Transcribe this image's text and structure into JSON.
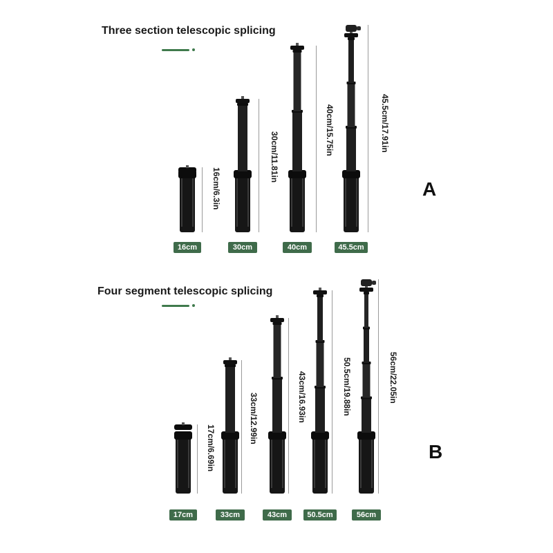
{
  "colors": {
    "accent": "#3f7a4c",
    "badge": "#3f6b4a",
    "stick": "#161616"
  },
  "section_a": {
    "title": "Three section telescopic splicing",
    "letter": "A",
    "items": [
      {
        "badge": "16cm",
        "dimension": "16cm/6.3in"
      },
      {
        "badge": "30cm",
        "dimension": "30cm/11.81in"
      },
      {
        "badge": "40cm",
        "dimension": "40cm/15.75in"
      },
      {
        "badge": "45.5cm",
        "dimension": "45.5cm/17.91in"
      }
    ]
  },
  "section_b": {
    "title": "Four segment telescopic splicing",
    "letter": "B",
    "items": [
      {
        "badge": "17cm",
        "dimension": "17cm/6.69in"
      },
      {
        "badge": "33cm",
        "dimension": "33cm/12.99in"
      },
      {
        "badge": "43cm",
        "dimension": "43cm/16.93in"
      },
      {
        "badge": "50.5cm",
        "dimension": "50.5cm/19.88in"
      },
      {
        "badge": "56cm",
        "dimension": "56cm/22.05in"
      }
    ]
  }
}
